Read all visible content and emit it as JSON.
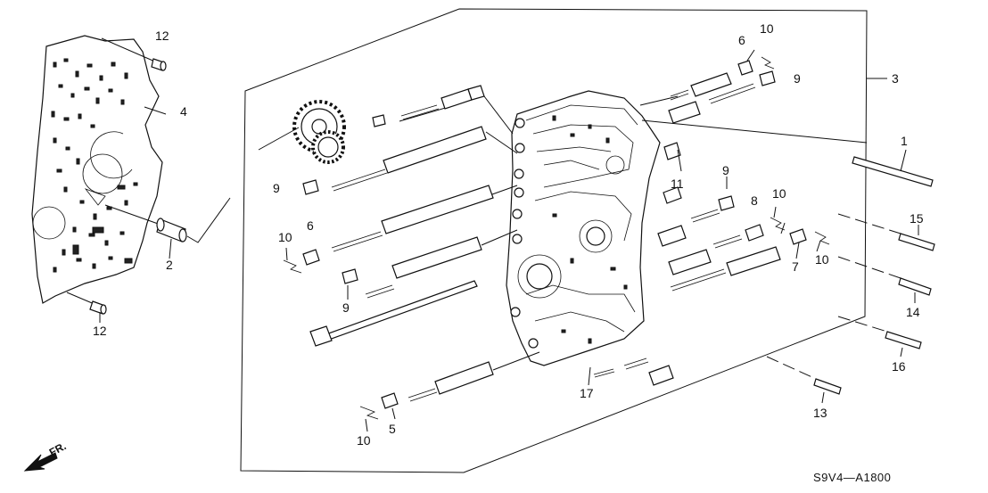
{
  "diagram": {
    "catalog_code": "S9V4—A1800",
    "front_indicator": "FR.",
    "callouts": [
      {
        "id": "c12a",
        "text": "12"
      },
      {
        "id": "c4",
        "text": "4"
      },
      {
        "id": "c2",
        "text": "2"
      },
      {
        "id": "c12b",
        "text": "12"
      },
      {
        "id": "c9a",
        "text": "9"
      },
      {
        "id": "c10a",
        "text": "10"
      },
      {
        "id": "c6a",
        "text": "6"
      },
      {
        "id": "c9b",
        "text": "9"
      },
      {
        "id": "c6b",
        "text": "6"
      },
      {
        "id": "c10b",
        "text": "10"
      },
      {
        "id": "c9c",
        "text": "9"
      },
      {
        "id": "c3",
        "text": "3"
      },
      {
        "id": "c1",
        "text": "1"
      },
      {
        "id": "c11",
        "text": "11"
      },
      {
        "id": "c9d",
        "text": "9"
      },
      {
        "id": "c8",
        "text": "8"
      },
      {
        "id": "c10c",
        "text": "10"
      },
      {
        "id": "c7",
        "text": "7"
      },
      {
        "id": "c10d",
        "text": "10"
      },
      {
        "id": "c15",
        "text": "15"
      },
      {
        "id": "c14",
        "text": "14"
      },
      {
        "id": "c16",
        "text": "16"
      },
      {
        "id": "c13",
        "text": "13"
      },
      {
        "id": "c17",
        "text": "17"
      },
      {
        "id": "c5",
        "text": "5"
      },
      {
        "id": "c10e",
        "text": "10"
      }
    ]
  }
}
